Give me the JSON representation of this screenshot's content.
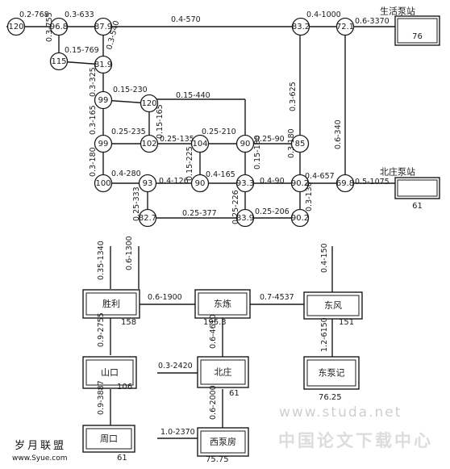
{
  "upper": {
    "nodes": [
      {
        "id": "n120a",
        "label": "120"
      },
      {
        "id": "n968",
        "label": "96.8"
      },
      {
        "id": "n879",
        "label": "87.9"
      },
      {
        "id": "n832",
        "label": "83.2"
      },
      {
        "id": "n721",
        "label": "72.1"
      },
      {
        "id": "n115",
        "label": "115"
      },
      {
        "id": "n819",
        "label": "81.9"
      },
      {
        "id": "n99a",
        "label": "99"
      },
      {
        "id": "n120b",
        "label": "120"
      },
      {
        "id": "n99b",
        "label": "99"
      },
      {
        "id": "n102",
        "label": "102"
      },
      {
        "id": "n104",
        "label": "104"
      },
      {
        "id": "n90a",
        "label": "90"
      },
      {
        "id": "n85",
        "label": "85"
      },
      {
        "id": "n100",
        "label": "100"
      },
      {
        "id": "n93",
        "label": "93"
      },
      {
        "id": "n90b",
        "label": "90"
      },
      {
        "id": "n933",
        "label": "93.3"
      },
      {
        "id": "n902a",
        "label": "90.2"
      },
      {
        "id": "n698",
        "label": "69.8"
      },
      {
        "id": "n827",
        "label": "82.7"
      },
      {
        "id": "n839",
        "label": "83.9"
      },
      {
        "id": "n902b",
        "label": "90.2"
      }
    ],
    "edges": [
      {
        "id": "e1",
        "label": "0.2-768"
      },
      {
        "id": "e2",
        "label": "0.3-633"
      },
      {
        "id": "e3",
        "label": "0.4-570"
      },
      {
        "id": "e4",
        "label": "0.4-1000"
      },
      {
        "id": "e5",
        "label": "0.6-3370"
      },
      {
        "id": "e6",
        "label": "0.3-755"
      },
      {
        "id": "e7",
        "label": "0.15-769"
      },
      {
        "id": "e8",
        "label": "0.3-540"
      },
      {
        "id": "e9",
        "label": "0.3-325"
      },
      {
        "id": "e10",
        "label": "0.15-230"
      },
      {
        "id": "e11",
        "label": "0.15-440"
      },
      {
        "id": "e12",
        "label": "0.3-625"
      },
      {
        "id": "e13",
        "label": "0.6-340"
      },
      {
        "id": "e14",
        "label": "0.3-165"
      },
      {
        "id": "e15",
        "label": "0.15-165"
      },
      {
        "id": "e16",
        "label": "0.25-235"
      },
      {
        "id": "e17",
        "label": "0.25-135"
      },
      {
        "id": "e18",
        "label": "0.25-210"
      },
      {
        "id": "e19",
        "label": "0.25-90"
      },
      {
        "id": "e20",
        "label": "0.3-180"
      },
      {
        "id": "e21",
        "label": "0.15-225"
      },
      {
        "id": "e22",
        "label": "0.15-180"
      },
      {
        "id": "e23",
        "label": "0.3-180"
      },
      {
        "id": "e24",
        "label": "0.4-280"
      },
      {
        "id": "e25",
        "label": "0.4-126"
      },
      {
        "id": "e26",
        "label": "0.4-165"
      },
      {
        "id": "e27",
        "label": "0.4-90"
      },
      {
        "id": "e28",
        "label": "0.4-657"
      },
      {
        "id": "e29",
        "label": "0.5-1075"
      },
      {
        "id": "e30",
        "label": "0.25-333"
      },
      {
        "id": "e31",
        "label": "0.25-226"
      },
      {
        "id": "e32",
        "label": "0.3-136"
      },
      {
        "id": "e33",
        "label": "0.25-377"
      },
      {
        "id": "e34",
        "label": "0.25-206"
      }
    ],
    "stations": [
      {
        "id": "s1",
        "name": "生活泵站",
        "value": "76"
      },
      {
        "id": "s2",
        "name": "北庄泵站",
        "value": "61"
      }
    ]
  },
  "lower": {
    "boxes": [
      {
        "id": "b1",
        "name": "胜利",
        "value": "158"
      },
      {
        "id": "b2",
        "name": "东炼",
        "value": "195.3"
      },
      {
        "id": "b3",
        "name": "东风",
        "value": "151"
      },
      {
        "id": "b4",
        "name": "山口",
        "value": "106"
      },
      {
        "id": "b5",
        "name": "北庄",
        "value": "61"
      },
      {
        "id": "b6",
        "name": "东泵记",
        "value": "76.25"
      },
      {
        "id": "b7",
        "name": "周口",
        "value": "61"
      },
      {
        "id": "b8",
        "name": "西泵房",
        "value": "75.75"
      }
    ],
    "edges": [
      {
        "id": "l1",
        "label": "0.35-1340"
      },
      {
        "id": "l2",
        "label": "0.6-1300"
      },
      {
        "id": "l3",
        "label": "0.4-150"
      },
      {
        "id": "l4",
        "label": "0.6-1900"
      },
      {
        "id": "l5",
        "label": "0.7-4537"
      },
      {
        "id": "l6",
        "label": "0.9-2755"
      },
      {
        "id": "l7",
        "label": "0.6-4610"
      },
      {
        "id": "l8",
        "label": "1.2-6150"
      },
      {
        "id": "l9",
        "label": "0.3-2420"
      },
      {
        "id": "l10",
        "label": "0.9-3887"
      },
      {
        "id": "l11",
        "label": "0.6-2000"
      },
      {
        "id": "l12",
        "label": "1.0-2370"
      }
    ]
  },
  "watermark": {
    "line1": "www.studa.net",
    "line2": "中国论文下载中心",
    "corner_title": "岁月联盟",
    "corner_url": "www.Syue.com"
  }
}
